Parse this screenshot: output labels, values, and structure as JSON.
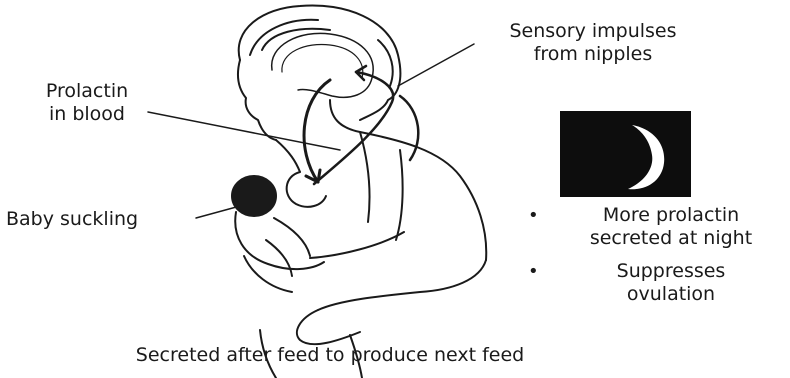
{
  "labels": {
    "sensory_line1": "Sensory impulses",
    "sensory_line2": "from nipples",
    "prolactin_line1": "Prolactin",
    "prolactin_line2": "in blood",
    "baby": "Baby suckling"
  },
  "bullets": [
    {
      "line1": "More prolactin",
      "line2": "secreted at night"
    },
    {
      "line1": "Suppresses",
      "line2": "ovulation"
    }
  ],
  "bullet_symbol": "•",
  "caption": "Secreted after feed to produce next feed",
  "icons": {
    "moon": "crescent-moon-icon"
  },
  "colors": {
    "ink": "#1a1a1a",
    "moon_background": "#0d0d0d",
    "moon": "#ffffff"
  }
}
